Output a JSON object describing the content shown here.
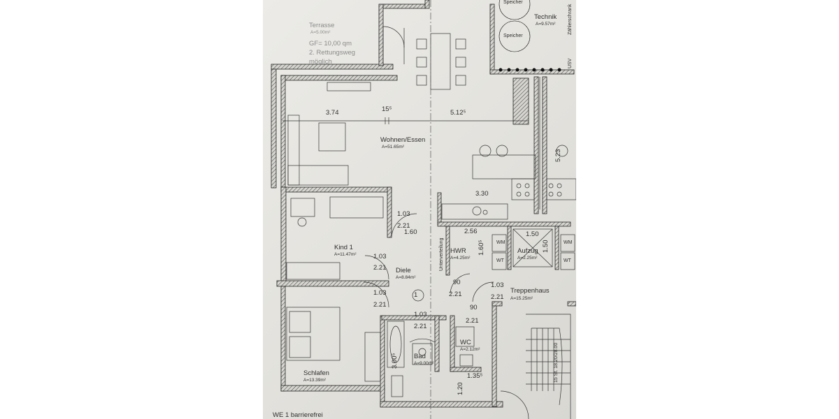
{
  "footer_label": "WE 1 barrierefrei",
  "section_marker": "1",
  "rooms": {
    "terrasse": {
      "name": "Terrasse",
      "area": "A=5.00m²",
      "note1": "GF= 10,00 qm",
      "note2": "2. Rettungsweg",
      "note3": "möglich"
    },
    "technik": {
      "name": "Technik",
      "area": "A=9.57m²",
      "speicher1": "Speicher",
      "speicher2": "Speicher",
      "zaehler": "Zählerschrank",
      "usv": "USV"
    },
    "wohnen": {
      "name": "Wohnen/Essen",
      "area": "A=51.65m²"
    },
    "kind": {
      "name": "Kind 1",
      "area": "A=11.47m²"
    },
    "diele": {
      "name": "Diele",
      "area": "A=8.84m²"
    },
    "hwr": {
      "name": "HWR",
      "area": "A=4.25m²",
      "wm1": "WM",
      "wt1": "WT",
      "wm2": "WM",
      "wt2": "WT"
    },
    "aufzug": {
      "name": "Aufzug",
      "area": "A=2.25m²"
    },
    "treppenhaus": {
      "name": "Treppenhaus",
      "area": "A=15.25m²",
      "stair_note": "15 St. 18.20/28.00"
    },
    "schlafen": {
      "name": "Schlafen",
      "area": "A=13.39m²"
    },
    "bad": {
      "name": "Bad",
      "area": "A=9.00m²"
    },
    "wc": {
      "name": "WC",
      "area": "A=2.12m²"
    },
    "unterverteilung": "Unterverteilung"
  },
  "dimensions": {
    "d_374": "3.74",
    "d_155": "15⁵",
    "d_5125": "5.12⁵",
    "d_523": "5.23",
    "d_330": "3.30",
    "d_103_a": "1.03",
    "d_221_a": "2.21",
    "d_160": "1.60",
    "d_256": "2.56",
    "d_1605": "1.60⁵",
    "d_150_a": "1.50",
    "d_150_b": "1.50",
    "d_103_b": "1.03",
    "d_221_b": "2.21",
    "d_103_c": "1.03",
    "d_221_c": "2.21",
    "d_90_a": "90",
    "d_221_d": "2.21",
    "d_103_d": "1.03",
    "d_221_e": "2.21",
    "d_90_b": "90",
    "d_221_f": "2.21",
    "d_103_e": "1.03",
    "d_221_g": "2.21",
    "d_3005": "3.00⁵",
    "d_135": "1.35⁵",
    "d_120": "1.20"
  }
}
